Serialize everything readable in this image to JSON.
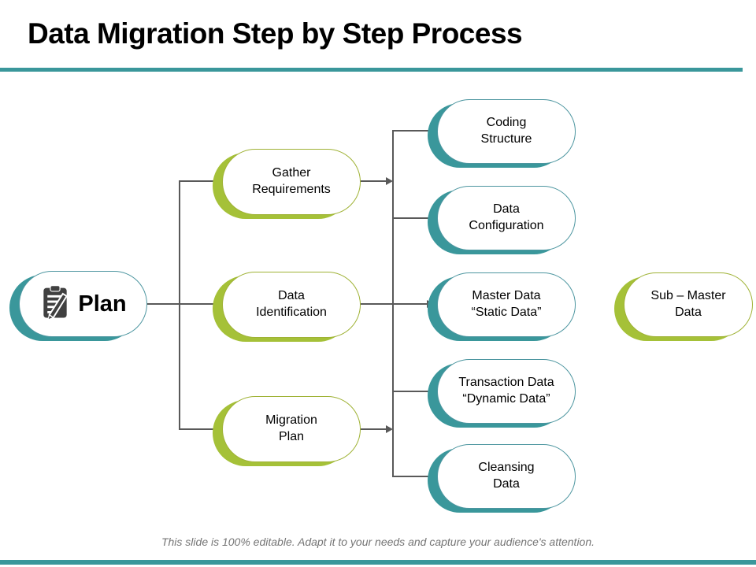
{
  "slide": {
    "title": "Data Migration Step by Step Process",
    "footer": "This slide is 100% editable. Adapt it to your needs and capture your audience's attention."
  },
  "colors": {
    "teal_accent": "#3A979B",
    "green_accent": "#A5C138",
    "teal_border": "#4D96A0",
    "green_border": "#9FB235",
    "connector_gray": "#595959",
    "title_text": "#000000",
    "footer_text": "#757575",
    "icon_gray": "#404040"
  },
  "nodes": {
    "root": {
      "label": "Plan",
      "icon": "clipboard-pencil-icon",
      "accent": "teal"
    },
    "mid": [
      {
        "label": "Gather\nRequirements",
        "accent": "green"
      },
      {
        "label": "Data\nIdentification",
        "accent": "green"
      },
      {
        "label": "Migration\nPlan",
        "accent": "green"
      }
    ],
    "right": [
      {
        "label": "Coding\nStructure",
        "accent": "teal"
      },
      {
        "label": "Data\nConfiguration",
        "accent": "teal"
      },
      {
        "label": "Master Data\n“Static Data”",
        "accent": "teal"
      },
      {
        "label": "Transaction Data\n“Dynamic Data”",
        "accent": "teal"
      },
      {
        "label": "Cleansing\nData",
        "accent": "teal"
      }
    ],
    "far_right": {
      "label": "Sub – Master\nData",
      "accent": "green"
    }
  }
}
